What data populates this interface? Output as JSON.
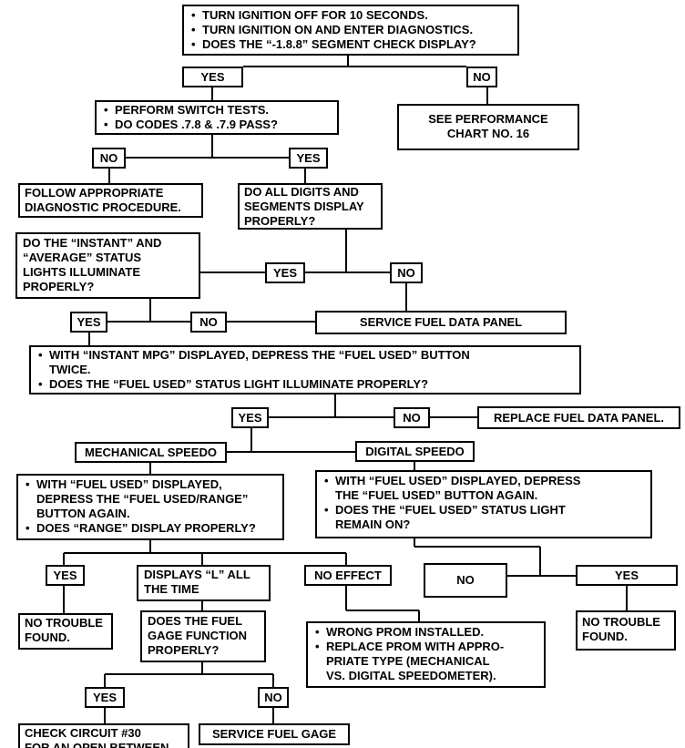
{
  "start": {
    "items": [
      "TURN IGNITION OFF FOR 10 SECONDS.",
      "TURN IGNITION ON AND ENTER DIAGNOSTICS.",
      "DOES THE “-1.8.8” SEGMENT CHECK DISPLAY?"
    ]
  },
  "yes1": "YES",
  "no1": "NO",
  "perf_chart": [
    "SEE PERFORMANCE",
    "CHART NO. 16"
  ],
  "switch_tests": {
    "items": [
      "PERFORM SWITCH TESTS.",
      "DO CODES .7.8 & .7.9 PASS?"
    ]
  },
  "no2": "NO",
  "yes2": "YES",
  "follow_diag": [
    "FOLLOW APPROPRIATE",
    "DIAGNOSTIC PROCEDURE."
  ],
  "digits_q": [
    "DO ALL DIGITS AND",
    "SEGMENTS DISPLAY",
    "PROPERLY?"
  ],
  "status_lights_q": [
    "DO THE “INSTANT” AND",
    "“AVERAGE” STATUS",
    "LIGHTS ILLUMINATE",
    "PROPERLY?"
  ],
  "yes3": "YES",
  "no3": "NO",
  "yes4": "YES",
  "no4": "NO",
  "service_panel": "SERVICE FUEL DATA PANEL",
  "instant_mpg": {
    "items": [
      "WITH “INSTANT MPG” DISPLAYED, DEPRESS THE “FUEL USED” BUTTON TWICE.",
      "DOES THE “FUEL USED” STATUS LIGHT ILLUMINATE PROPERLY?"
    ]
  },
  "yes5": "YES",
  "no5": "NO",
  "replace_panel": "REPLACE FUEL DATA PANEL.",
  "mech_speedo": "MECHANICAL SPEEDO",
  "dig_speedo": "DIGITAL SPEEDO",
  "mech_q": {
    "items": [
      [
        "WITH “FUEL USED” DISPLAYED,",
        "DEPRESS THE “FUEL USED/RANGE”",
        "BUTTON AGAIN."
      ],
      [
        "DOES “RANGE” DISPLAY PROPERLY?"
      ]
    ]
  },
  "dig_q": {
    "items": [
      [
        "WITH “FUEL USED” DISPLAYED, DEPRESS",
        "THE “FUEL USED” BUTTON AGAIN."
      ],
      [
        "DOES THE “FUEL USED” STATUS LIGHT",
        "REMAIN ON?"
      ]
    ]
  },
  "yes6": "YES",
  "displays_l": [
    "DISPLAYS “L” ALL",
    "THE TIME"
  ],
  "no_effect": "NO EFFECT",
  "no6": "NO",
  "yes7": "YES",
  "no_trouble1": [
    "NO TROUBLE",
    "FOUND."
  ],
  "gage_q": [
    "DOES THE FUEL",
    "GAGE FUNCTION",
    "PROPERLY?"
  ],
  "wrong_prom": {
    "items": [
      [
        "WRONG PROM INSTALLED."
      ],
      [
        "REPLACE PROM  WITH APPRO-",
        "PRIATE TYPE (MECHANICAL",
        "VS. DIGITAL SPEEDOMETER)."
      ]
    ]
  },
  "no_trouble2": [
    "NO TROUBLE",
    "FOUND."
  ],
  "yes8": "YES",
  "no8": "NO",
  "check_circuit": [
    "CHECK CIRCUIT #30",
    "FOR AN OPEN BETWEEN"
  ],
  "service_gage": "SERVICE FUEL GAGE"
}
